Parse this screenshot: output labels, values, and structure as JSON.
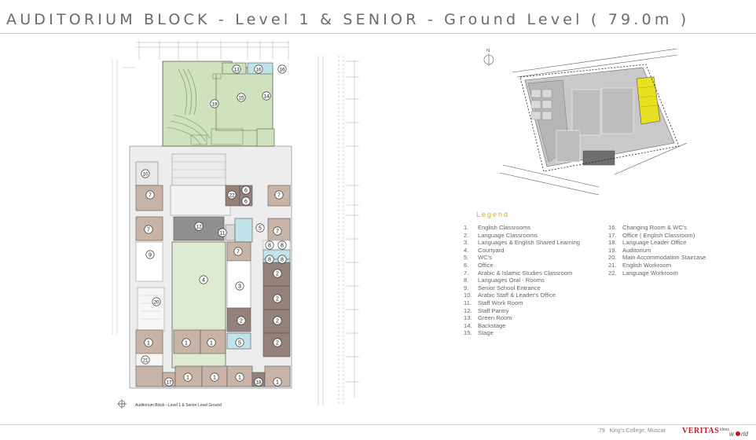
{
  "title": "AUDITORIUM BLOCK - Level 1 & SENIOR - Ground Level ( 79.0m )",
  "plan": {
    "caption": "Auditorium Block - Level 1 & Senior Level Ground",
    "rooms": [
      {
        "n": "13"
      },
      {
        "n": "16"
      },
      {
        "n": "16"
      },
      {
        "n": "19"
      },
      {
        "n": "15"
      },
      {
        "n": "14"
      },
      {
        "n": "10"
      },
      {
        "n": "7"
      },
      {
        "n": "22"
      },
      {
        "n": "6"
      },
      {
        "n": "6"
      },
      {
        "n": "7"
      },
      {
        "n": "7"
      },
      {
        "n": "12"
      },
      {
        "n": "11"
      },
      {
        "n": "5"
      },
      {
        "n": "7"
      },
      {
        "n": "9"
      },
      {
        "n": "7"
      },
      {
        "n": "8"
      },
      {
        "n": "8"
      },
      {
        "n": "8"
      },
      {
        "n": "8"
      },
      {
        "n": "2"
      },
      {
        "n": "4"
      },
      {
        "n": "3"
      },
      {
        "n": "2"
      },
      {
        "n": "20"
      },
      {
        "n": "2"
      },
      {
        "n": "2"
      },
      {
        "n": "1"
      },
      {
        "n": "1"
      },
      {
        "n": "1"
      },
      {
        "n": "5"
      },
      {
        "n": "2"
      },
      {
        "n": "21"
      },
      {
        "n": "17"
      },
      {
        "n": "1"
      },
      {
        "n": "1"
      },
      {
        "n": "1"
      },
      {
        "n": "18"
      },
      {
        "n": "1"
      }
    ]
  },
  "site_plan": {
    "north": "N"
  },
  "legend": {
    "title": "Legend",
    "items": [
      {
        "num": "1.",
        "label": "English Classrooms"
      },
      {
        "num": "2.",
        "label": "Language Classrooms"
      },
      {
        "num": "3.",
        "label": "Languages & English Shared Learning"
      },
      {
        "num": "4.",
        "label": "Courtyard"
      },
      {
        "num": "5.",
        "label": "WC's"
      },
      {
        "num": "6.",
        "label": "Office"
      },
      {
        "num": "7.",
        "label": "Arabic & Islamic  Studies Classroom"
      },
      {
        "num": "8.",
        "label": "Languages Oral - Rooms"
      },
      {
        "num": "9.",
        "label": "Senior School Entrance"
      },
      {
        "num": "10.",
        "label": "Arabic Staff & Leader's Office"
      },
      {
        "num": "11.",
        "label": "Staff Work Room"
      },
      {
        "num": "12.",
        "label": "Staff Pantry"
      },
      {
        "num": "13.",
        "label": "Green Room"
      },
      {
        "num": "14.",
        "label": "Backstage"
      },
      {
        "num": "15.",
        "label": "Stage"
      },
      {
        "num": "16.",
        "label": "Changing Room & WC's"
      },
      {
        "num": "17.",
        "label": "Office ( English Classroom)"
      },
      {
        "num": "18.",
        "label": "Language Leader Office"
      },
      {
        "num": "19.",
        "label": "Auditorium"
      },
      {
        "num": "20.",
        "label": "Main Accommodation Staircase"
      },
      {
        "num": "21.",
        "label": "English Workroom"
      },
      {
        "num": "22.",
        "label": "Language Workroom"
      }
    ]
  },
  "footer": {
    "page": "79",
    "school": "King's College, Muscat",
    "brand": "VERITAS",
    "partner": "ideas world"
  },
  "colors": {
    "title": "#6a6a6a",
    "legend_title": "#f0a800",
    "auditorium": "#cfe2bd",
    "courtyard": "#dcebd2",
    "classroom": "#c8b4a6",
    "dark_room": "#94817a",
    "staff": "#8f8f8f",
    "wc": "#bfe3e8",
    "highlight": "#e8e020",
    "brand": "#b8202a"
  }
}
